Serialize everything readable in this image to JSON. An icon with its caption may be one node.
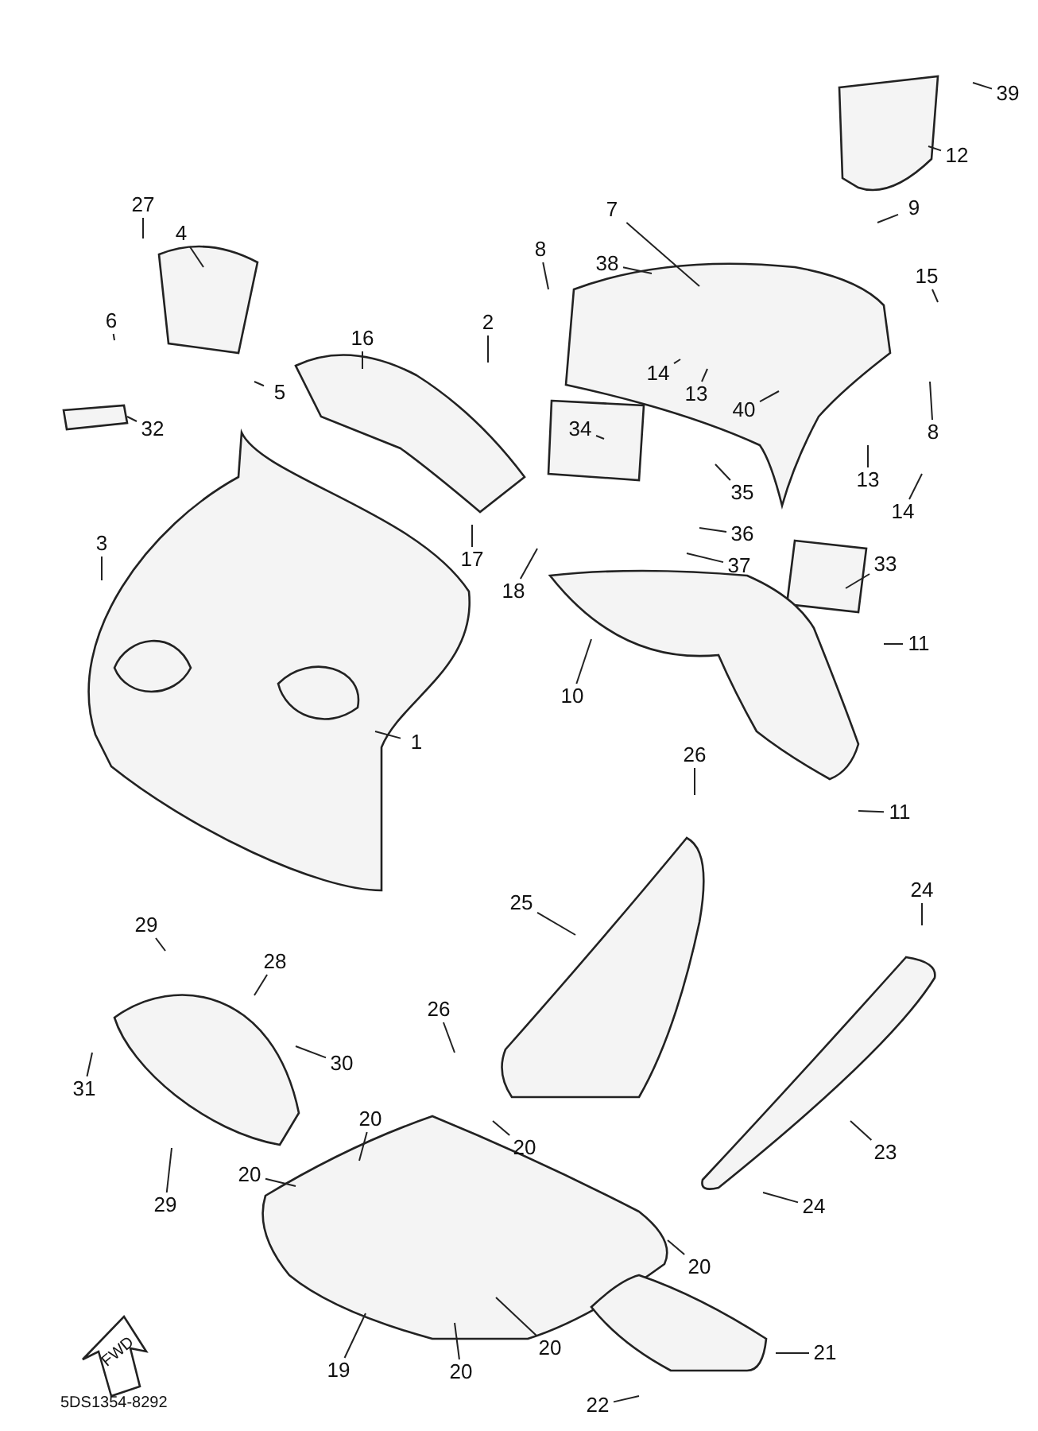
{
  "diagram": {
    "nodes": [
      {
        "text": [
          "39"
        ]
      },
      {
        "text": [
          "12"
        ]
      },
      {
        "text": [
          "27"
        ]
      },
      {
        "text": [
          "4"
        ]
      },
      {
        "text": [
          "7"
        ]
      },
      {
        "text": [
          "9"
        ]
      },
      {
        "text": [
          "8"
        ]
      },
      {
        "text": [
          "38"
        ]
      },
      {
        "text": [
          "15"
        ]
      },
      {
        "text": [
          "6"
        ]
      },
      {
        "text": [
          "2"
        ]
      },
      {
        "text": [
          "16"
        ]
      },
      {
        "text": [
          "14"
        ]
      },
      {
        "text": [
          "13"
        ]
      },
      {
        "text": [
          "5"
        ]
      },
      {
        "text": [
          "40"
        ]
      },
      {
        "text": [
          "8"
        ]
      },
      {
        "text": [
          "34"
        ]
      },
      {
        "text": [
          "32"
        ]
      },
      {
        "text": [
          "13"
        ]
      },
      {
        "text": [
          "35"
        ]
      },
      {
        "text": [
          "14"
        ]
      },
      {
        "text": [
          "36"
        ]
      },
      {
        "text": [
          "3"
        ]
      },
      {
        "text": [
          "17"
        ]
      },
      {
        "text": [
          "37"
        ]
      },
      {
        "text": [
          "33"
        ]
      },
      {
        "text": [
          "18"
        ]
      },
      {
        "text": [
          "11"
        ]
      },
      {
        "text": [
          "10"
        ]
      },
      {
        "text": [
          "1"
        ]
      },
      {
        "text": [
          "26"
        ]
      },
      {
        "text": [
          "11"
        ]
      },
      {
        "text": [
          "24"
        ]
      },
      {
        "text": [
          "25"
        ]
      },
      {
        "text": [
          "29"
        ]
      },
      {
        "text": [
          "28"
        ]
      },
      {
        "text": [
          "26"
        ]
      },
      {
        "text": [
          "30"
        ]
      },
      {
        "text": [
          "31"
        ]
      },
      {
        "text": [
          "20"
        ]
      },
      {
        "text": [
          "20"
        ]
      },
      {
        "text": [
          "23"
        ]
      },
      {
        "text": [
          "20"
        ]
      },
      {
        "text": [
          "24"
        ]
      },
      {
        "text": [
          "29"
        ]
      },
      {
        "text": [
          "20"
        ]
      },
      {
        "text": [
          "20"
        ]
      },
      {
        "text": [
          "21"
        ]
      },
      {
        "text": [
          "19"
        ]
      },
      {
        "text": [
          "20"
        ]
      },
      {
        "text": [
          "22"
        ]
      }
    ],
    "edges": [
      {
        "from": 0,
        "to": null,
        "arrow": "none"
      },
      {
        "from": 1,
        "to": null,
        "arrow": "none"
      },
      {
        "from": 2,
        "to": null,
        "arrow": "none"
      },
      {
        "from": 3,
        "to": null,
        "arrow": "none"
      },
      {
        "from": 4,
        "to": null,
        "arrow": "none"
      },
      {
        "from": 5,
        "to": null,
        "arrow": "none"
      },
      {
        "from": 6,
        "to": null,
        "arrow": "none"
      },
      {
        "from": 7,
        "to": null,
        "arrow": "none"
      },
      {
        "from": 8,
        "to": null,
        "arrow": "none"
      },
      {
        "from": 9,
        "to": null,
        "arrow": "none"
      },
      {
        "from": 10,
        "to": null,
        "arrow": "none"
      },
      {
        "from": 11,
        "to": null,
        "arrow": "none"
      },
      {
        "from": 12,
        "to": null,
        "arrow": "none"
      },
      {
        "from": 13,
        "to": null,
        "arrow": "none"
      },
      {
        "from": 14,
        "to": null,
        "arrow": "none"
      },
      {
        "from": 15,
        "to": null,
        "arrow": "none"
      },
      {
        "from": 16,
        "to": null,
        "arrow": "none"
      },
      {
        "from": 17,
        "to": null,
        "arrow": "none"
      },
      {
        "from": 18,
        "to": null,
        "arrow": "none"
      },
      {
        "from": 19,
        "to": null,
        "arrow": "none"
      },
      {
        "from": 20,
        "to": null,
        "arrow": "none"
      },
      {
        "from": 21,
        "to": null,
        "arrow": "none"
      },
      {
        "from": 22,
        "to": null,
        "arrow": "none"
      },
      {
        "from": 23,
        "to": null,
        "arrow": "none"
      },
      {
        "from": 24,
        "to": null,
        "arrow": "none"
      },
      {
        "from": 25,
        "to": null,
        "arrow": "none"
      },
      {
        "from": 26,
        "to": null,
        "arrow": "none"
      },
      {
        "from": 27,
        "to": null,
        "arrow": "none"
      },
      {
        "from": 28,
        "to": null,
        "arrow": "none"
      },
      {
        "from": 29,
        "to": null,
        "arrow": "none"
      },
      {
        "from": 30,
        "to": null,
        "arrow": "none"
      },
      {
        "from": 31,
        "to": null,
        "arrow": "none"
      },
      {
        "from": 32,
        "to": null,
        "arrow": "none"
      },
      {
        "from": 33,
        "to": null,
        "arrow": "none"
      },
      {
        "from": 34,
        "to": null,
        "arrow": "none"
      },
      {
        "from": 35,
        "to": null,
        "arrow": "none"
      },
      {
        "from": 36,
        "to": null,
        "arrow": "none"
      },
      {
        "from": 37,
        "to": null,
        "arrow": "none"
      },
      {
        "from": 38,
        "to": null,
        "arrow": "none"
      },
      {
        "from": 39,
        "to": null,
        "arrow": "none"
      },
      {
        "from": 40,
        "to": null,
        "arrow": "none"
      },
      {
        "from": 41,
        "to": null,
        "arrow": "none"
      },
      {
        "from": 42,
        "to": null,
        "arrow": "none"
      },
      {
        "from": 43,
        "to": null,
        "arrow": "none"
      },
      {
        "from": 44,
        "to": null,
        "arrow": "none"
      },
      {
        "from": 45,
        "to": null,
        "arrow": "none"
      },
      {
        "from": 46,
        "to": null,
        "arrow": "none"
      },
      {
        "from": 47,
        "to": null,
        "arrow": "none"
      },
      {
        "from": 48,
        "to": null,
        "arrow": "none"
      },
      {
        "from": 49,
        "to": null,
        "arrow": "none"
      },
      {
        "from": 50,
        "to": null,
        "arrow": "none"
      },
      {
        "from": 51,
        "to": null,
        "arrow": "none"
      }
    ],
    "labels": [
      "FWD",
      "5DS1354-8292"
    ]
  }
}
